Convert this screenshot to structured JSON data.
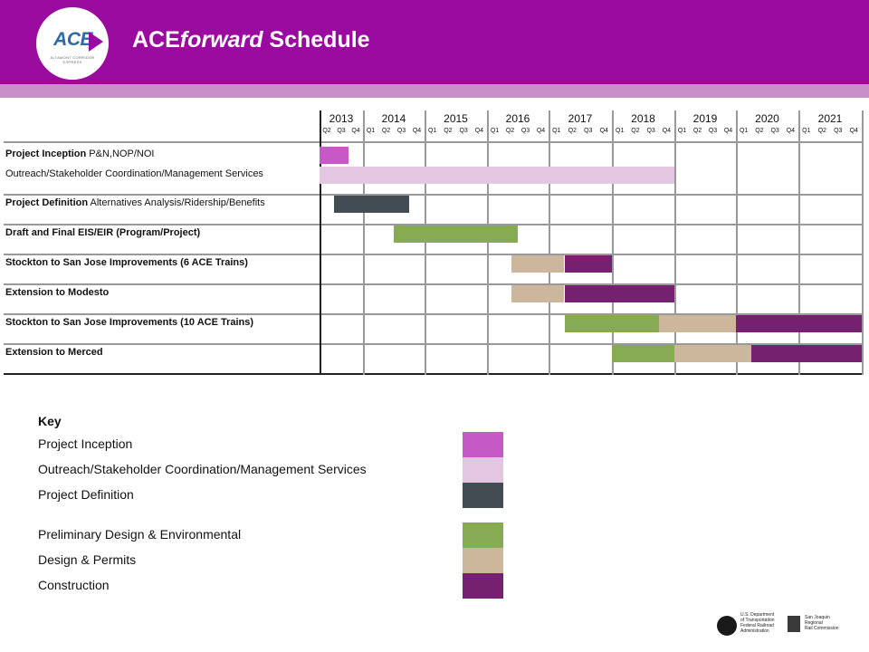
{
  "header": {
    "title_prefix": "ACE",
    "title_italic": "forward",
    "title_suffix": " Schedule",
    "logo_text": "ACE",
    "logo_subtext": "ALTAMONT CORRIDOR EXPRESS"
  },
  "colors": {
    "header_bg": "#9b0a9e",
    "subbar_bg": "#c98fc9",
    "project_inception": "#c55ac7",
    "outreach": "#e3c6e2",
    "project_definition": "#434c52",
    "preliminary_design_environmental": "#87ab52",
    "design_permits": "#cdb79c",
    "construction": "#75216f"
  },
  "chart_data": {
    "type": "gantt",
    "years": [
      "2013",
      "2014",
      "2015",
      "2016",
      "2017",
      "2018",
      "2019",
      "2020",
      "2021"
    ],
    "quarters": [
      [
        "Q2",
        "Q3",
        "Q4"
      ],
      [
        "Q1",
        "Q2",
        "Q3",
        "Q4"
      ],
      [
        "Q1",
        "Q2",
        "Q3",
        "Q4"
      ],
      [
        "Q1",
        "Q2",
        "Q3",
        "Q4"
      ],
      [
        "Q1",
        "Q2",
        "Q3",
        "Q4"
      ],
      [
        "Q1",
        "Q2",
        "Q3",
        "Q4"
      ],
      [
        "Q1",
        "Q2",
        "Q3",
        "Q4"
      ],
      [
        "Q1",
        "Q2",
        "Q3",
        "Q4"
      ],
      [
        "Q1",
        "Q2",
        "Q3",
        "Q4"
      ]
    ],
    "tasks": [
      {
        "bold": "Project Inception",
        "rest": " P&N,NOP/NOI",
        "bars": [
          {
            "phase": "project_inception",
            "start": 2013.25,
            "end": 2013.75
          }
        ]
      },
      {
        "bold": "",
        "rest": "Outreach/Stakeholder Coordination/Management Services",
        "bars": [
          {
            "phase": "outreach",
            "start": 2013.25,
            "end": 2019.0
          }
        ]
      },
      {
        "bold": "Project Definition",
        "rest": " Alternatives Analysis/Ridership/Benefits",
        "bars": [
          {
            "phase": "project_definition",
            "start": 2013.5,
            "end": 2014.75
          }
        ]
      },
      {
        "bold": "Draft and Final EIS/EIR (Program/Project)",
        "rest": "",
        "bars": [
          {
            "phase": "preliminary_design_environmental",
            "start": 2014.5,
            "end": 2016.5
          }
        ]
      },
      {
        "bold": "Stockton to San Jose Improvements (6 ACE Trains)",
        "rest": "",
        "bars": [
          {
            "phase": "design_permits",
            "start": 2016.4,
            "end": 2017.25
          },
          {
            "phase": "construction",
            "start": 2017.25,
            "end": 2018.0
          }
        ]
      },
      {
        "bold": "Extension to Modesto",
        "rest": "",
        "bars": [
          {
            "phase": "design_permits",
            "start": 2016.4,
            "end": 2017.25
          },
          {
            "phase": "construction",
            "start": 2017.25,
            "end": 2019.0
          }
        ]
      },
      {
        "bold": "Stockton to San Jose Improvements (10 ACE Trains)",
        "rest": "",
        "bars": [
          {
            "phase": "preliminary_design_environmental",
            "start": 2017.25,
            "end": 2018.75
          },
          {
            "phase": "design_permits",
            "start": 2018.75,
            "end": 2020.0
          },
          {
            "phase": "construction",
            "start": 2020.0,
            "end": 2022.0
          }
        ]
      },
      {
        "bold": "Extension to Merced",
        "rest": "",
        "bars": [
          {
            "phase": "preliminary_design_environmental",
            "start": 2018.0,
            "end": 2019.0
          },
          {
            "phase": "design_permits",
            "start": 2019.0,
            "end": 2020.25
          },
          {
            "phase": "construction",
            "start": 2020.25,
            "end": 2022.0
          }
        ]
      }
    ]
  },
  "key": {
    "title": "Key",
    "items": [
      {
        "label": "Project Inception",
        "phase": "project_inception"
      },
      {
        "label": "Outreach/Stakeholder Coordination/Management Services",
        "phase": "outreach"
      },
      {
        "label": "Project Definition",
        "phase": "project_definition"
      },
      {
        "label": "Preliminary Design & Environmental",
        "phase": "preliminary_design_environmental"
      },
      {
        "label": "Design & Permits",
        "phase": "design_permits"
      },
      {
        "label": "Construction",
        "phase": "construction"
      }
    ]
  },
  "footer": {
    "dot_lines": [
      "U.S. Department",
      "of Transportation",
      "Federal Railroad",
      "Administration"
    ],
    "sjrrc_lines": [
      "San Joaquin",
      "Regional",
      "Rail Commission"
    ]
  }
}
